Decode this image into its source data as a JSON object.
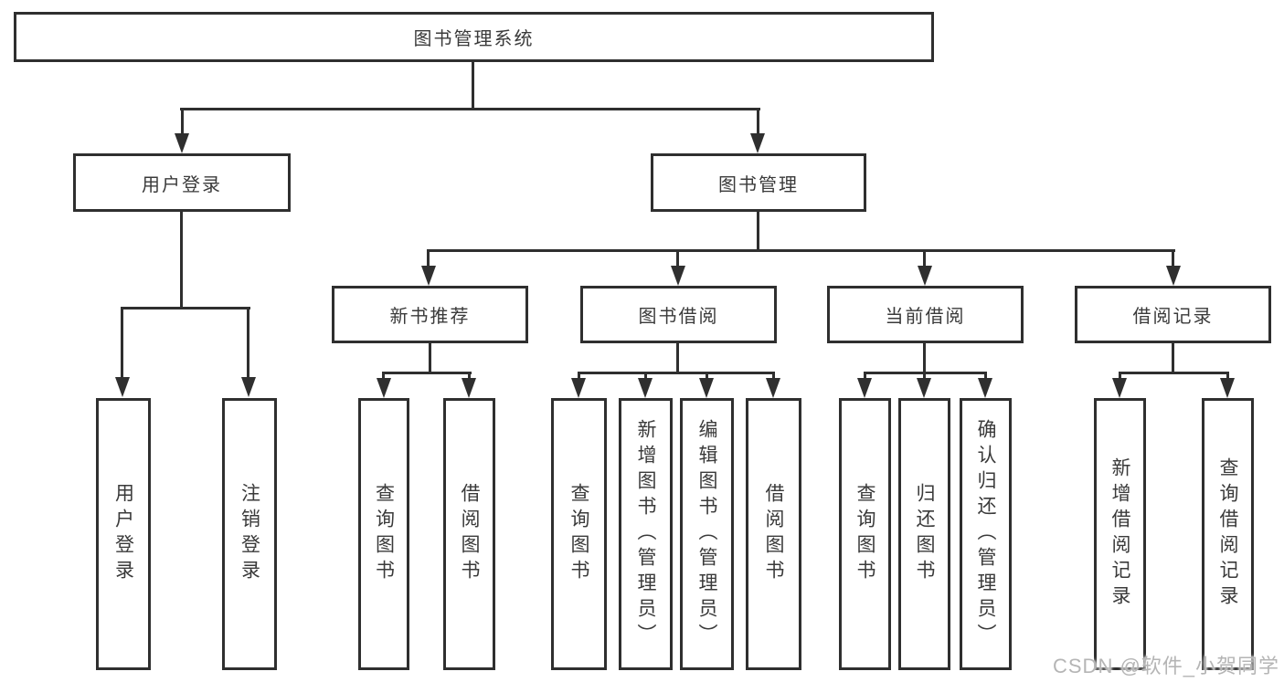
{
  "tree": {
    "root": {
      "label": "图书管理系统"
    },
    "children": [
      {
        "label": "用户登录",
        "children": [
          {
            "label": "用户登录"
          },
          {
            "label": "注销登录"
          }
        ]
      },
      {
        "label": "图书管理",
        "children": [
          {
            "label": "新书推荐",
            "children": [
              {
                "label": "查询图书"
              },
              {
                "label": "借阅图书"
              }
            ]
          },
          {
            "label": "图书借阅",
            "children": [
              {
                "label": "查询图书"
              },
              {
                "label": "新增图书（管理员）"
              },
              {
                "label": "编辑图书（管理员）"
              },
              {
                "label": "借阅图书"
              }
            ]
          },
          {
            "label": "当前借阅",
            "children": [
              {
                "label": "查询图书"
              },
              {
                "label": "归还图书"
              },
              {
                "label": "确认归还（管理员）"
              }
            ]
          },
          {
            "label": "借阅记录",
            "children": [
              {
                "label": "新增借阅记录"
              },
              {
                "label": "查询借阅记录"
              }
            ]
          }
        ]
      }
    ]
  },
  "watermark": {
    "text": "CSDN @软件_小贺同学"
  },
  "colors": {
    "line": "#2f2f2f",
    "text": "#3a3a3a",
    "watermark": "#b5b5b5",
    "background": "#ffffff"
  }
}
